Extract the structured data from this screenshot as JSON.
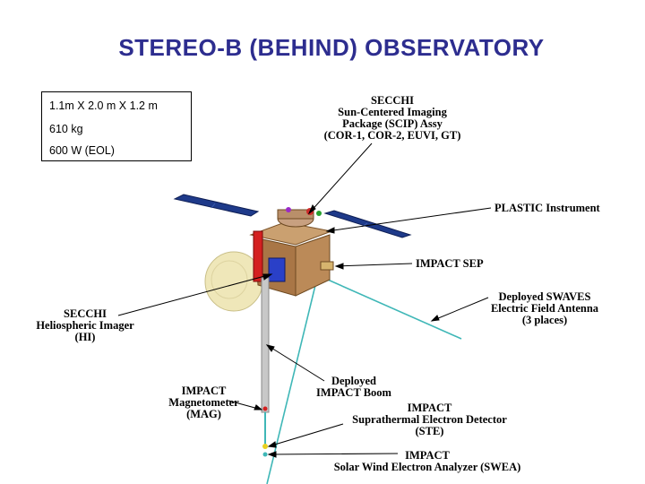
{
  "title": "STEREO-B (BEHIND) OBSERVATORY",
  "specs": [
    "1.1m X 2.0 m X 1.2 m",
    "610 kg",
    "600 W (EOL)"
  ],
  "labels": {
    "secchi_scip": [
      "SECCHI",
      "Sun-Centered Imaging",
      "Package (SCIP) Assy",
      "(COR-1, COR-2, EUVI, GT)"
    ],
    "plastic": [
      "PLASTIC Instrument"
    ],
    "impact_sep": [
      "IMPACT SEP"
    ],
    "swaves": [
      "Deployed SWAVES",
      "Electric Field Antenna",
      "(3 places)"
    ],
    "secchi_hi": [
      "SECCHI",
      "Heliospheric Imager",
      "(HI)"
    ],
    "boom": [
      "Deployed",
      "IMPACT Boom"
    ],
    "mag": [
      "IMPACT",
      "Magnetometer",
      "(MAG)"
    ],
    "ste": [
      "IMPACT",
      "Suprathermal Electron Detector",
      "(STE)"
    ],
    "swea": [
      "IMPACT",
      "Solar Wind Electron Analyzer (SWEA)"
    ]
  },
  "colors": {
    "title": "#2d2d8f",
    "solar_panel": "#1e3a8a",
    "bus": "#b07a44",
    "antenna": "#3fb7b7",
    "boom": "#c8c8c8"
  }
}
